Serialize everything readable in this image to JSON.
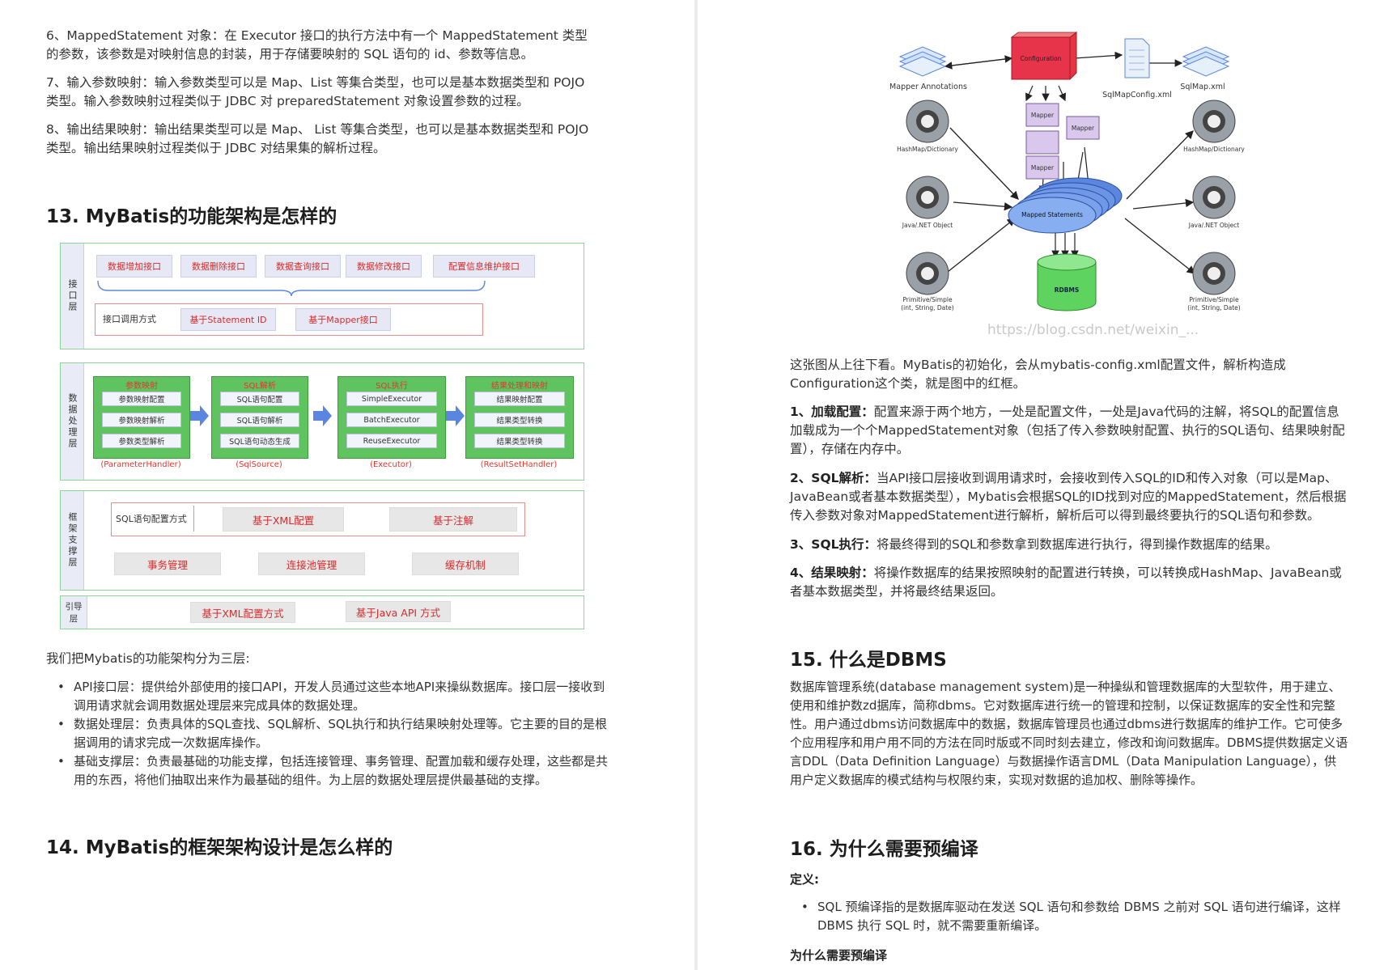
{
  "left": {
    "items": [
      "6、MappedStatement 对象：在 Executor 接口的执行方法中有一个 MappedStatement 类型的参数，该参数是对映射信息的封装，用于存储要映射的 SQL 语句的 id、参数等信息。",
      "7、输入参数映射：输入参数类型可以是 Map、List 等集合类型，也可以是基本数据类型和 POJO 类型。输入参数映射过程类似于 JDBC 对 preparedStatement 对象设置参数的过程。",
      "8、输出结果映射：输出结果类型可以是 Map、 List 等集合类型，也可以是基本数据类型和 POJO 类型。输出结果映射过程类似于 JDBC 对结果集的解析过程。"
    ],
    "heading13": "13. MyBatis的功能架构是怎样的",
    "arch": {
      "interface_layer": {
        "label": "接口层",
        "buttons": [
          "数据增加接口",
          "数据删除接口",
          "数据查询接口",
          "数据修改接口",
          "配置信息维护接口"
        ],
        "call_label": "接口调用方式",
        "call_options": [
          "基于Statement ID",
          "基于Mapper接口"
        ]
      },
      "data_layer": {
        "label": "数据处理层",
        "modules": [
          {
            "title": "参数映射",
            "items": [
              "参数映射配置",
              "参数映射解析",
              "参数类型解析"
            ],
            "foot": "(ParameterHandler)"
          },
          {
            "title": "SQL解析",
            "items": [
              "SQL语句配置",
              "SQL语句解析",
              "SQL语句动态生成"
            ],
            "foot": "(SqlSource)"
          },
          {
            "title": "SQL执行",
            "items": [
              "SimpleExecutor",
              "BatchExecutor",
              "ReuseExecutor"
            ],
            "foot": "(Executor)"
          },
          {
            "title": "结果处理和映射",
            "items": [
              "结果映射配置",
              "结果类型转换",
              "结果类型转换"
            ],
            "foot": "(ResultSetHandler)"
          }
        ]
      },
      "support_layer": {
        "label": "框架支撑层",
        "config_label": "SQL语句配置方式",
        "config_options": [
          "基于XML配置",
          "基于注解"
        ],
        "services": [
          "事务管理",
          "连接池管理",
          "缓存机制"
        ]
      },
      "boot_layer": {
        "label": "引导层",
        "options": [
          "基于XML配置方式",
          "基于Java API 方式"
        ]
      }
    },
    "intro": "我们把Mybatis的功能架构分为三层:",
    "bullets": [
      "API接口层：提供给外部使用的接口API，开发人员通过这些本地API来操纵数据库。接口层一接收到调用请求就会调用数据处理层来完成具体的数据处理。",
      "数据处理层：负责具体的SQL查找、SQL解析、SQL执行和执行结果映射处理等。它主要的目的是根据调用的请求完成一次数据库操作。",
      "基础支撑层：负责最基础的功能支撑，包括连接管理、事务管理、配置加载和缓存处理，这些都是共用的东西，将他们抽取出来作为最基础的组件。为上层的数据处理层提供最基础的支撑。"
    ],
    "heading14": "14. MyBatis的框架架构设计是怎么样的"
  },
  "right": {
    "flow": {
      "config": "Configuration",
      "mapper_annotations": "Mapper Annotations",
      "sqlmapconfig": "SqlMapConfig.xml",
      "sqlmap": "SqlMap.xml",
      "mapper": "Mapper",
      "mapped_statements": "Mapped Statements",
      "rdbms": "RDBMS",
      "hashmap": "HashMap/Dictionary",
      "javanet": "Java/.NET Object",
      "primitive_1": "Primitive/Simple",
      "primitive_2": "(int, String, Date)",
      "watermark": "https://blog.csdn.net/weixin_..."
    },
    "para_intro": "这张图从上往下看。MyBatis的初始化，会从mybatis-config.xml配置文件，解析构造成Configuration这个类，就是图中的红框。",
    "points": [
      {
        "title": "1、加载配置：",
        "text": "配置来源于两个地方，一处是配置文件，一处是Java代码的注解，将SQL的配置信息加载成为一个个MappedStatement对象（包括了传入参数映射配置、执行的SQL语句、结果映射配置），存储在内存中。"
      },
      {
        "title": "2、SQL解析：",
        "text": "当API接口层接收到调用请求时，会接收到传入SQL的ID和传入对象（可以是Map、JavaBean或者基本数据类型），Mybatis会根据SQL的ID找到对应的MappedStatement，然后根据传入参数对象对MappedStatement进行解析，解析后可以得到最终要执行的SQL语句和参数。"
      },
      {
        "title": "3、SQL执行：",
        "text": "将最终得到的SQL和参数拿到数据库进行执行，得到操作数据库的结果。"
      },
      {
        "title": "4、结果映射：",
        "text": "将操作数据库的结果按照映射的配置进行转换，可以转换成HashMap、JavaBean或者基本数据类型，并将最终结果返回。"
      }
    ],
    "heading15": "15. 什么是DBMS",
    "dbms_para": "数据库管理系统(database management system)是一种操纵和管理数据库的大型软件，用于建立、使用和维护数zd据库，简称dbms。它对数据库进行统一的管理和控制，以保证数据库的安全性和完整性。用户通过dbms访问数据库中的数据，数据库管理员也通过dbms进行数据库的维护工作。它可使多个应用程序和用户用不同的方法在同时版或不同时刻去建立，修改和询问数据库。DBMS提供数据定义语言DDL（Data Definition Language）与数据操作语言DML（Data Manipulation Language），供用户定义数据库的模式结构与权限约束，实现对数据的追加权、删除等操作。",
    "heading16": "16. 为什么需要预编译",
    "def_label": "定义:",
    "def_bullet": "SQL 预编译指的是数据库驱动在发送 SQL 语句和参数给 DBMS 之前对 SQL 语句进行编译，这样 DBMS 执行 SQL 时，就不需要重新编译。",
    "why_label": "为什么需要预编译"
  },
  "colors": {
    "accent_red": "#e8342c",
    "module_green": "#5fc35f",
    "layer_border": "#8fd49a",
    "config_red": "#e83440",
    "db_green": "#5fd35f",
    "statements_blue": "#5a86e0"
  }
}
